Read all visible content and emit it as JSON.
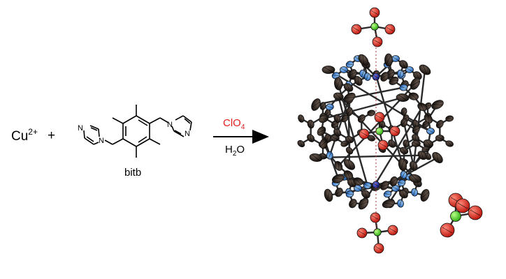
{
  "reaction": {
    "metal_ion": {
      "symbol": "Cu",
      "charge": "2+"
    },
    "plus": "+",
    "ligand_name": "bitb",
    "reagent": {
      "formula": "ClO",
      "subscript": "4"
    },
    "solvent": {
      "formula": "H",
      "subscript": "2",
      "suffix": "O"
    }
  },
  "structure": {
    "description_icon": "crystal-structure-ortep"
  },
  "colors": {
    "reagent": "#e02020",
    "text": "#000000",
    "carbon": "#2a2018",
    "nitrogen": "#3f86d6",
    "copper": "#1f2a9c",
    "oxygen": "#e23a2a",
    "chlorine": "#4fd12a"
  }
}
